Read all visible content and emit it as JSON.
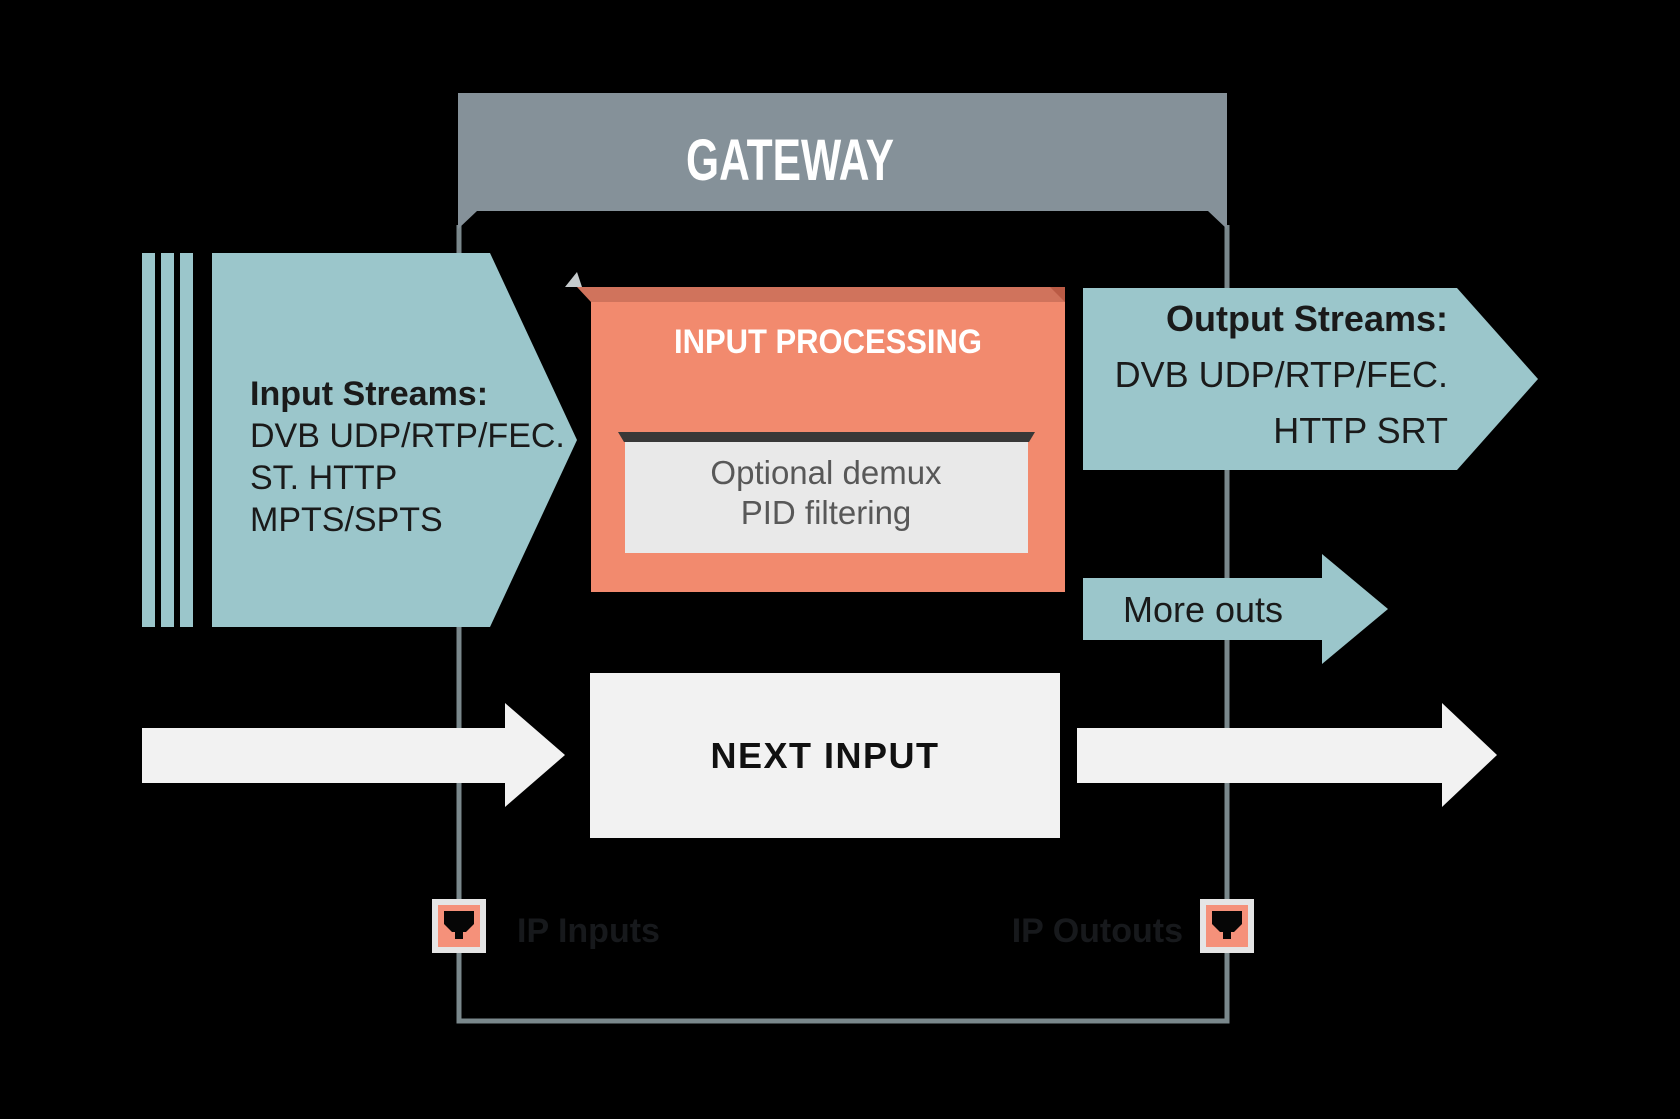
{
  "diagram_title": "GATEWAY",
  "gateway": {
    "title": "GATEWAY"
  },
  "input_arrow": {
    "title": "Input Streams:",
    "lines": [
      "DVB UDP/RTP/FEC.",
      "ST. HTTP",
      "MPTS/SPTS"
    ]
  },
  "processing": {
    "title": "INPUT PROCESSING",
    "demux_lines": [
      "Optional demux",
      "PID filtering"
    ]
  },
  "output_arrow": {
    "title": "Output Streams:",
    "lines": [
      "DVB UDP/RTP/FEC.",
      "HTTP SRT"
    ]
  },
  "more_outs": {
    "label": "More outs"
  },
  "next_input": {
    "label": "NEXT INPUT"
  },
  "ports": {
    "inputs_label": "IP Inputs",
    "outputs_label": "IP Outouts"
  },
  "colors": {
    "background": "#000000",
    "teal": "#9BC6CB",
    "gateway_gray": "#859199",
    "connector_line": "#7A888C",
    "salmon": "#F28A6E",
    "salmon_dark": "#D0735C",
    "salmon_corner": "#BA5B45",
    "white_shape": "#F2F2F2",
    "demux_gray": "#E9E9E9",
    "demux_strip": "#383838",
    "text_dark": "#1A1A1A",
    "port_icon_fill": "#F5917A",
    "port_icon_border": "#E5E5E5"
  }
}
